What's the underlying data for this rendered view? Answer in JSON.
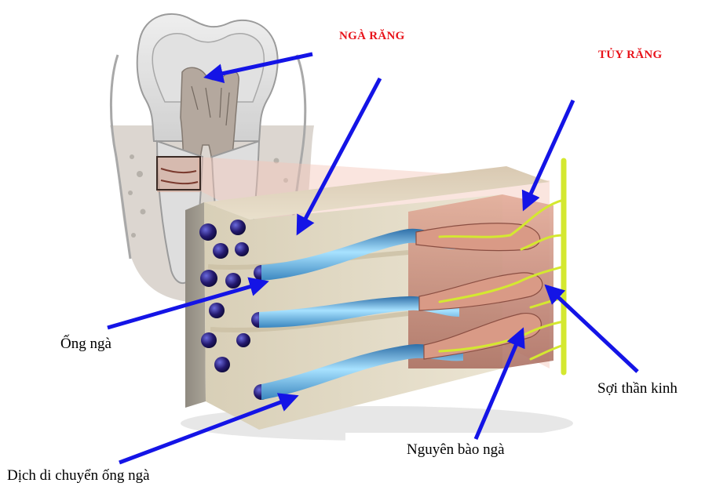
{
  "labels": {
    "nga_rang": "NGÀ RĂNG",
    "tuy_rang": "TỦY RĂNG",
    "ong_nga": "Ống ngà",
    "soi_than_kinh": "Sợi thần kinh",
    "nguyen_bao_nga": "Nguyên bào ngà",
    "dich_di_chuyen": "Dịch di chuyển ống ngà"
  },
  "colors": {
    "title_red": "#e8141b",
    "arrow_blue": "#1414e6",
    "nerve_yellow": "#d8e832",
    "tubule_blue": "#5cb8e6",
    "dentin": "#e6dcc4",
    "pulp_pink": "#c88c7c",
    "tubule_opening": "#2a1e7a"
  }
}
